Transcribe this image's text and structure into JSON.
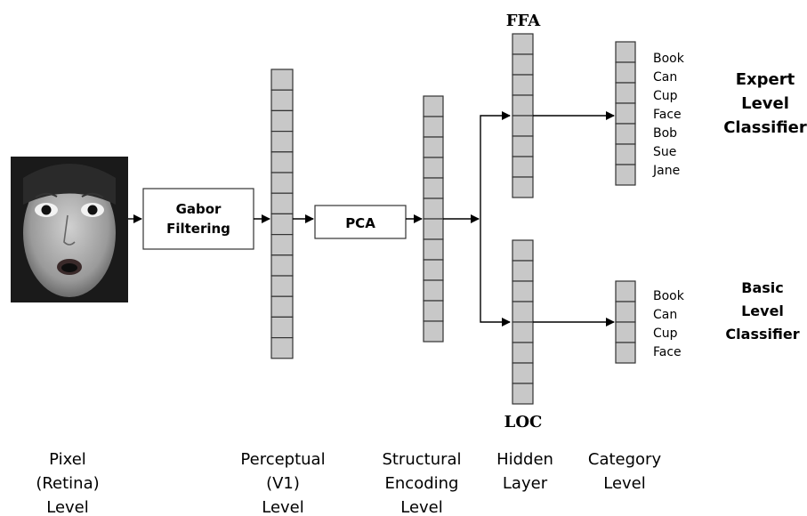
{
  "layer_labels": {
    "ffa": "FFA",
    "loc": "LOC"
  },
  "processing_boxes": {
    "gabor": [
      "Gabor",
      "Filtering"
    ],
    "pca": "PCA"
  },
  "classifiers": {
    "expert": {
      "title": [
        "Expert",
        "Level",
        "Classifier"
      ],
      "categories": [
        "Book",
        "Can",
        "Cup",
        "Face",
        "Bob",
        "Sue",
        "Jane"
      ]
    },
    "basic": {
      "title": [
        "Basic",
        "Level",
        "Classifier"
      ],
      "categories": [
        "Book",
        "Can",
        "Cup",
        "Face"
      ]
    }
  },
  "level_labels": {
    "pixel": [
      "Pixel",
      "(Retina)",
      "Level"
    ],
    "perceptual": [
      "Perceptual",
      "(V1)",
      "Level"
    ],
    "structural": [
      "Structural",
      "Encoding",
      "Level"
    ],
    "hidden": [
      "Hidden",
      "Layer"
    ],
    "category": [
      "Category",
      "Level"
    ]
  },
  "colors": {
    "cell_fill": "#c8c8c8",
    "cell_stroke": "#333333",
    "photo_background": "#1a1a1a"
  }
}
